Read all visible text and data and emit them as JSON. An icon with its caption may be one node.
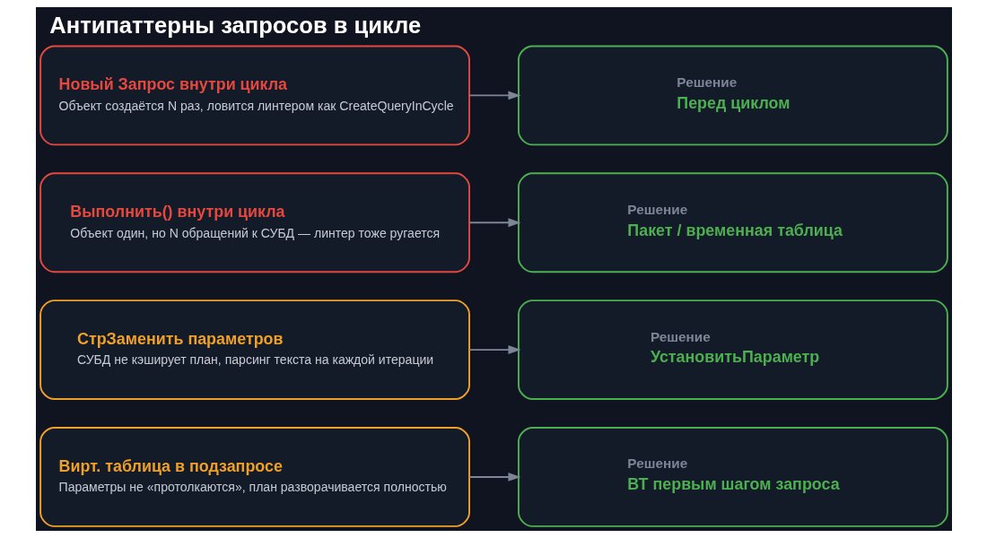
{
  "diagram": {
    "title": "Антипаттерны запросов в цикле",
    "nodes": [
      {
        "text": [
          "Новый Запрос внутри цикла",
          "Объект создаётся N раз, ловится линтером как CreateQueryInCycle"
        ]
      },
      {
        "text": [
          "Решение",
          "Перед циклом"
        ]
      },
      {
        "text": [
          "Выполнить() внутри цикла",
          "Объект один, но N обращений к СУБД — линтер тоже ругается"
        ]
      },
      {
        "text": [
          "Решение",
          "Пакет / временная таблица"
        ]
      },
      {
        "text": [
          "СтрЗаменить параметров",
          "СУБД не кэширует план, парсинг текста на каждой итерации"
        ]
      },
      {
        "text": [
          "Решение",
          "УстановитьПараметр"
        ]
      },
      {
        "text": [
          "Вирт. таблица в подзапросе",
          "Параметры не «протолкаются», план разворачивается полностью"
        ]
      },
      {
        "text": [
          "Решение",
          "ВТ первым шагом запроса"
        ]
      }
    ],
    "edges": [
      {
        "from": 0,
        "to": 1,
        "arrow": "to"
      },
      {
        "from": 2,
        "to": 3,
        "arrow": "to"
      },
      {
        "from": 4,
        "to": 5,
        "arrow": "to"
      },
      {
        "from": 6,
        "to": 7,
        "arrow": "to"
      }
    ]
  }
}
